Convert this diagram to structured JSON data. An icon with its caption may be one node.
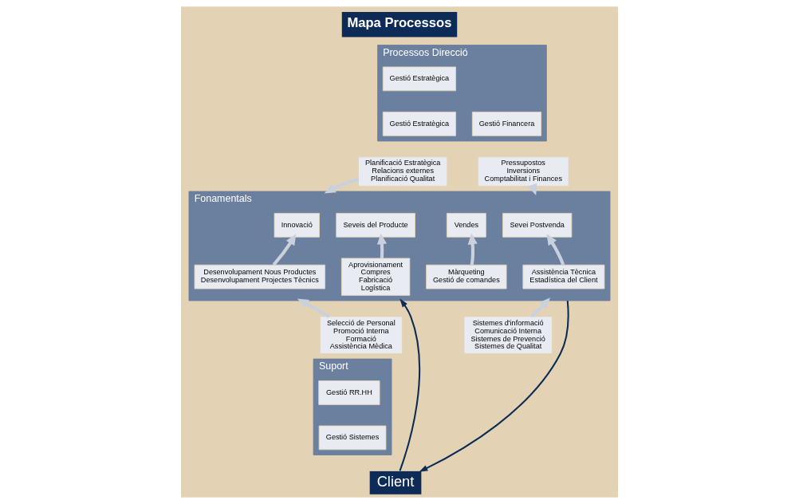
{
  "diagram": {
    "title": "Mapa Processos",
    "nodes": [
      {
        "text": [
          "Processos Direcció"
        ]
      },
      {
        "text": [
          "Gestió Estratègica"
        ],
        "in": 0
      },
      {
        "text": [
          "Gestió Estratègica"
        ],
        "in": 0
      },
      {
        "text": [
          "Gestió Financera"
        ],
        "in": 0
      },
      {
        "text": [
          "Planificació Estratègica",
          "Relacions externes",
          "Planificació Qualitat"
        ]
      },
      {
        "text": [
          "Pressupostos",
          "Inversions",
          "Comptabilitat i Finances"
        ]
      },
      {
        "text": [
          "Fonamentals"
        ]
      },
      {
        "text": [
          "Seveis del Producte"
        ],
        "in": 6
      },
      {
        "text": [
          "Innovació"
        ],
        "in": 6
      },
      {
        "text": [
          "Vendes"
        ],
        "in": 6
      },
      {
        "text": [
          "Sevei Postvenda"
        ],
        "in": 6
      },
      {
        "text": [
          "Aprovisionament",
          "Compres",
          "Fabricació",
          "Logística"
        ],
        "in": 6
      },
      {
        "text": [
          "Desenvolupament Nous Productes",
          "Desenvolupament Projectes Tècnics"
        ],
        "in": 6
      },
      {
        "text": [
          "Màrqueting",
          "Gestió de comandes"
        ],
        "in": 6
      },
      {
        "text": [
          "Assistència Tècnica",
          "Estadística del Client"
        ],
        "in": 6
      },
      {
        "text": [
          "Selecció de Personal",
          "Promoció Interna",
          "Formació",
          "Assistència Mèdica"
        ]
      },
      {
        "text": [
          "Sistemes d'informació",
          "Comunicació Interna",
          "Sistemes de Prevenció",
          "Sistemes de Qualitat"
        ]
      },
      {
        "text": [
          "Suport"
        ]
      },
      {
        "text": [
          "Gestió RR.HH"
        ],
        "in": 17
      },
      {
        "text": [
          "Gestió Sistemes"
        ],
        "in": 17
      },
      {
        "text": [
          "Client"
        ]
      }
    ],
    "edges": [
      {
        "from": 4,
        "to": 6,
        "arrow": "to"
      },
      {
        "from": 5,
        "to": 6,
        "arrow": "to"
      },
      {
        "from": 11,
        "to": 7,
        "arrow": "to"
      },
      {
        "from": 12,
        "to": 8,
        "arrow": "to"
      },
      {
        "from": 13,
        "to": 9,
        "arrow": "to"
      },
      {
        "from": 14,
        "to": 10,
        "arrow": "to"
      },
      {
        "from": 15,
        "to": 6,
        "arrow": "to"
      },
      {
        "from": 16,
        "to": 6,
        "arrow": "to"
      },
      {
        "from": 20,
        "to": 6,
        "arrow": "to",
        "color": "#0d2b57"
      },
      {
        "from": 6,
        "to": 20,
        "arrow": "to",
        "color": "#0d2b57"
      }
    ]
  }
}
